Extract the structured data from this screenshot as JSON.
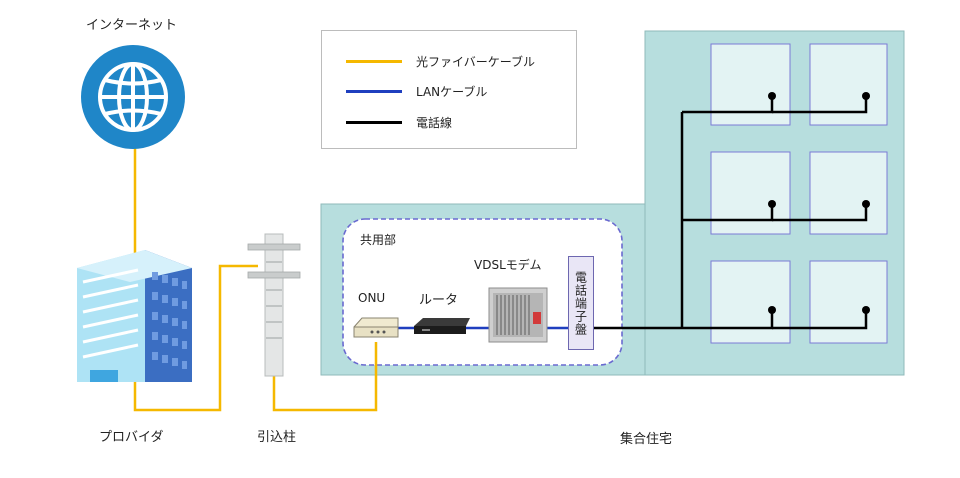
{
  "labels": {
    "internet": "インターネット",
    "provider": "プロバイダ",
    "pole": "引込柱",
    "apartment": "集合住宅",
    "common_area": "共用部",
    "onu": "ONU",
    "router": "ルータ",
    "vdsl_modem": "VDSLモデム",
    "terminal_panel": "電話端子盤"
  },
  "legend": [
    {
      "label": "光ファイバーケーブル",
      "color": "#f5b800"
    },
    {
      "label": "LANケーブル",
      "color": "#1f3fbf"
    },
    {
      "label": "電話線",
      "color": "#000000"
    }
  ],
  "colors": {
    "fiber": "#f5b800",
    "lan": "#1f3fbf",
    "phone": "#000000",
    "building_bg": "#b7dede",
    "room_bg": "#e3f3f3",
    "room_border": "#7b7bd6",
    "common_border": "#6a6ad0",
    "globe": "#1f86c8"
  },
  "icons": [
    "globe-icon",
    "office-building-icon",
    "utility-pole-icon",
    "onu-device-icon",
    "router-device-icon",
    "vdsl-modem-icon"
  ]
}
